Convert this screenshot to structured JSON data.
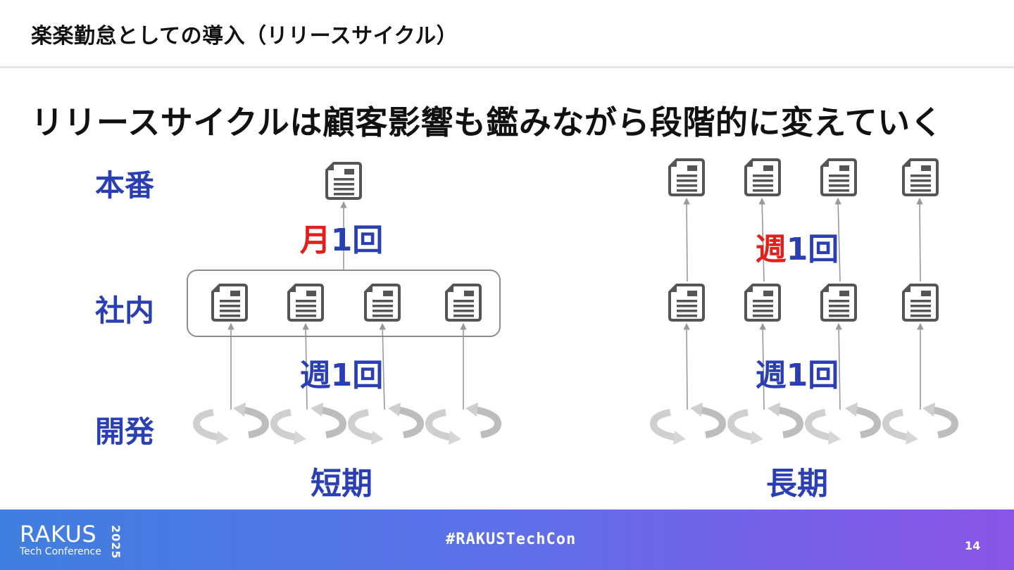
{
  "header": {
    "title": "楽楽勤怠としての導入（リリースサイクル）"
  },
  "headline": "リリースサイクルは顧客影響も鑑みながら段階的に変えていく",
  "rows": {
    "production": "本番",
    "internal": "社内",
    "development": "開発"
  },
  "short_term": {
    "monthly_prefix": "月",
    "monthly_suffix": "1回",
    "weekly": "週1回",
    "label": "短期"
  },
  "long_term": {
    "weekly_prefix": "週",
    "weekly_suffix": "1回",
    "weekly": "週1回",
    "label": "長期"
  },
  "icons": {
    "document": "document-icon",
    "cycle": "cycle-arrows-icon"
  },
  "colors": {
    "accent_blue": "#2a3fb2",
    "accent_red": "#e0201a"
  },
  "footer": {
    "brand": "RAKUS",
    "brand_sub": "Tech Conference",
    "year": "2025",
    "hashtag": "#RAKUSTechCon",
    "page_number": "14"
  }
}
